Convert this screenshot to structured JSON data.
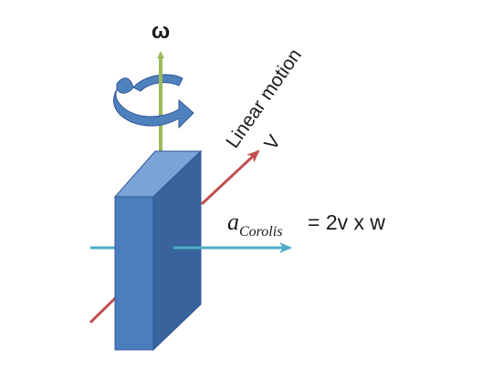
{
  "diagram": {
    "omega_symbol": "ω",
    "linear_motion_label": "Linear motion",
    "velocity_symbol": "V",
    "coriolis_a": "a",
    "coriolis_subscript": "Corolis",
    "coriolis_rhs": "= 2v x w",
    "colors": {
      "omega_axis": "#9bbb59",
      "rotation_arrow": "#4f81bd",
      "velocity_axis": "#c0504d",
      "coriolis_axis": "#4bacc6",
      "block_front": "#4a7ebf",
      "block_side": "#38639c",
      "block_top": "#7aa3d6",
      "block_edge": "#2f5597"
    }
  }
}
